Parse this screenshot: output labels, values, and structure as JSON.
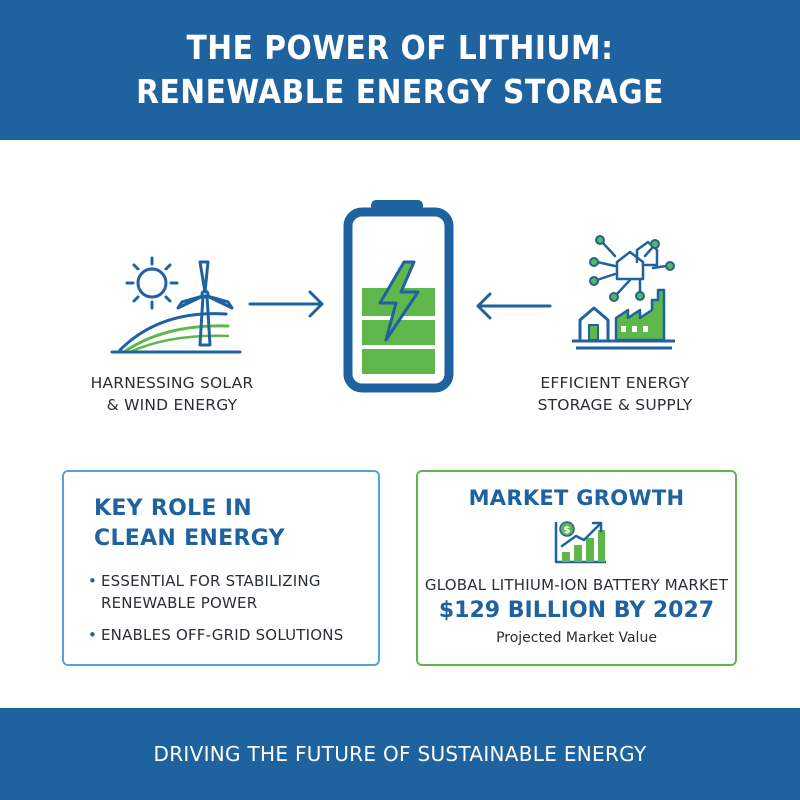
{
  "header": {
    "title_line1": "THE POWER OF LITHIUM:",
    "title_line2": "RENEWABLE ENERGY STORAGE"
  },
  "diagram": {
    "left_caption_line1": "HARNESSING SOLAR",
    "left_caption_line2": "& WIND ENERGY",
    "right_caption_line1": "EFFICIENT ENERGY",
    "right_caption_line2": "STORAGE & SUPPLY",
    "icons": [
      "sun-icon",
      "wind-turbine-icon",
      "arrow-right-icon",
      "battery-icon",
      "lightning-icon",
      "arrow-left-icon",
      "smart-grid-icon",
      "house-icon",
      "factory-icon"
    ]
  },
  "key_role": {
    "heading_line1": "KEY ROLE IN",
    "heading_line2": "CLEAN ENERGY",
    "bullet1_line1": "ESSENTIAL FOR STABILIZING",
    "bullet1_line2": "RENEWABLE POWER",
    "bullet2": "ENABLES OFF-GRID SOLUTIONS",
    "bullet_symbol": "•"
  },
  "market": {
    "heading": "MARKET GROWTH",
    "label": "GLOBAL LITHIUM-ION BATTERY MARKET",
    "value": "$129 BILLION BY 2027",
    "note": "Projected Market Value",
    "icon": "growth-chart-icon",
    "dollar_symbol": "$"
  },
  "footer": {
    "text": "DRIVING THE FUTURE OF SUSTAINABLE ENERGY"
  },
  "colors": {
    "primary_blue": "#1f62a0",
    "light_blue": "#5aa1d8",
    "green": "#5fb74c"
  }
}
